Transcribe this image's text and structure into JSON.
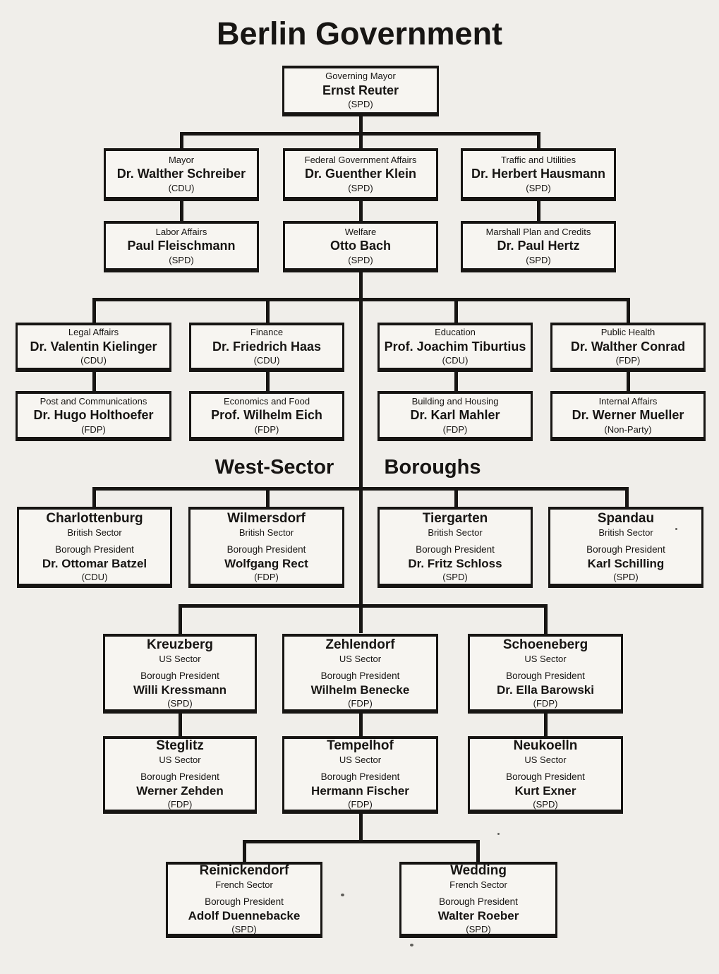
{
  "title": "Berlin Government",
  "sections": {
    "west_sector": "West-Sector",
    "boroughs": "Boroughs"
  },
  "nodes": {
    "governing_mayor": {
      "dept": "Governing Mayor",
      "name": "Ernst Reuter",
      "party": "(SPD)"
    },
    "mayor": {
      "dept": "Mayor",
      "name": "Dr. Walther Schreiber",
      "party": "(CDU)"
    },
    "federal_affairs": {
      "dept": "Federal Government Affairs",
      "name": "Dr. Guenther Klein",
      "party": "(SPD)"
    },
    "traffic_utilities": {
      "dept": "Traffic and Utilities",
      "name": "Dr. Herbert Hausmann",
      "party": "(SPD)"
    },
    "labor_affairs": {
      "dept": "Labor Affairs",
      "name": "Paul Fleischmann",
      "party": "(SPD)"
    },
    "welfare": {
      "dept": "Welfare",
      "name": "Otto Bach",
      "party": "(SPD)"
    },
    "marshall_plan": {
      "dept": "Marshall Plan and Credits",
      "name": "Dr. Paul Hertz",
      "party": "(SPD)"
    },
    "legal_affairs": {
      "dept": "Legal Affairs",
      "name": "Dr. Valentin Kielinger",
      "party": "(CDU)"
    },
    "finance": {
      "dept": "Finance",
      "name": "Dr. Friedrich Haas",
      "party": "(CDU)"
    },
    "education": {
      "dept": "Education",
      "name": "Prof. Joachim Tiburtius",
      "party": "(CDU)"
    },
    "public_health": {
      "dept": "Public Health",
      "name": "Dr. Walther Conrad",
      "party": "(FDP)"
    },
    "post_communications": {
      "dept": "Post and Communications",
      "name": "Dr. Hugo Holthoefer",
      "party": "(FDP)"
    },
    "economics_food": {
      "dept": "Economics and Food",
      "name": "Prof. Wilhelm Eich",
      "party": "(FDP)"
    },
    "building_housing": {
      "dept": "Building and Housing",
      "name": "Dr. Karl Mahler",
      "party": "(FDP)"
    },
    "internal_affairs": {
      "dept": "Internal Affairs",
      "name": "Dr. Werner Mueller",
      "party": "(Non-Party)"
    }
  },
  "boroughs": {
    "charlottenburg": {
      "name": "Charlottenburg",
      "sector": "British Sector",
      "role": "Borough President",
      "president": "Dr. Ottomar Batzel",
      "party": "(CDU)"
    },
    "wilmersdorf": {
      "name": "Wilmersdorf",
      "sector": "British Sector",
      "role": "Borough President",
      "president": "Wolfgang Rect",
      "party": "(FDP)"
    },
    "tiergarten": {
      "name": "Tiergarten",
      "sector": "British Sector",
      "role": "Borough President",
      "president": "Dr. Fritz Schloss",
      "party": "(SPD)"
    },
    "spandau": {
      "name": "Spandau",
      "sector": "British Sector",
      "role": "Borough President",
      "president": "Karl Schilling",
      "party": "(SPD)"
    },
    "kreuzberg": {
      "name": "Kreuzberg",
      "sector": "US Sector",
      "role": "Borough President",
      "president": "Willi Kressmann",
      "party": "(SPD)"
    },
    "zehlendorf": {
      "name": "Zehlendorf",
      "sector": "US Sector",
      "role": "Borough President",
      "president": "Wilhelm Benecke",
      "party": "(FDP)"
    },
    "schoeneberg": {
      "name": "Schoeneberg",
      "sector": "US Sector",
      "role": "Borough President",
      "president": "Dr. Ella Barowski",
      "party": "(FDP)"
    },
    "steglitz": {
      "name": "Steglitz",
      "sector": "US Sector",
      "role": "Borough President",
      "president": "Werner Zehden",
      "party": "(FDP)"
    },
    "tempelhof": {
      "name": "Tempelhof",
      "sector": "US Sector",
      "role": "Borough President",
      "president": "Hermann Fischer",
      "party": "(FDP)"
    },
    "neukoelln": {
      "name": "Neukoelln",
      "sector": "US Sector",
      "role": "Borough President",
      "president": "Kurt Exner",
      "party": "(SPD)"
    },
    "reinickendorf": {
      "name": "Reinickendorf",
      "sector": "French Sector",
      "role": "Borough President",
      "president": "Adolf Duennebacke",
      "party": "(SPD)"
    },
    "wedding": {
      "name": "Wedding",
      "sector": "French Sector",
      "role": "Borough President",
      "president": "Walter Roeber",
      "party": "(SPD)"
    }
  },
  "colors": {
    "ink": "#171513",
    "paper": "#f0eeea",
    "box_fill": "#f7f5f1"
  }
}
